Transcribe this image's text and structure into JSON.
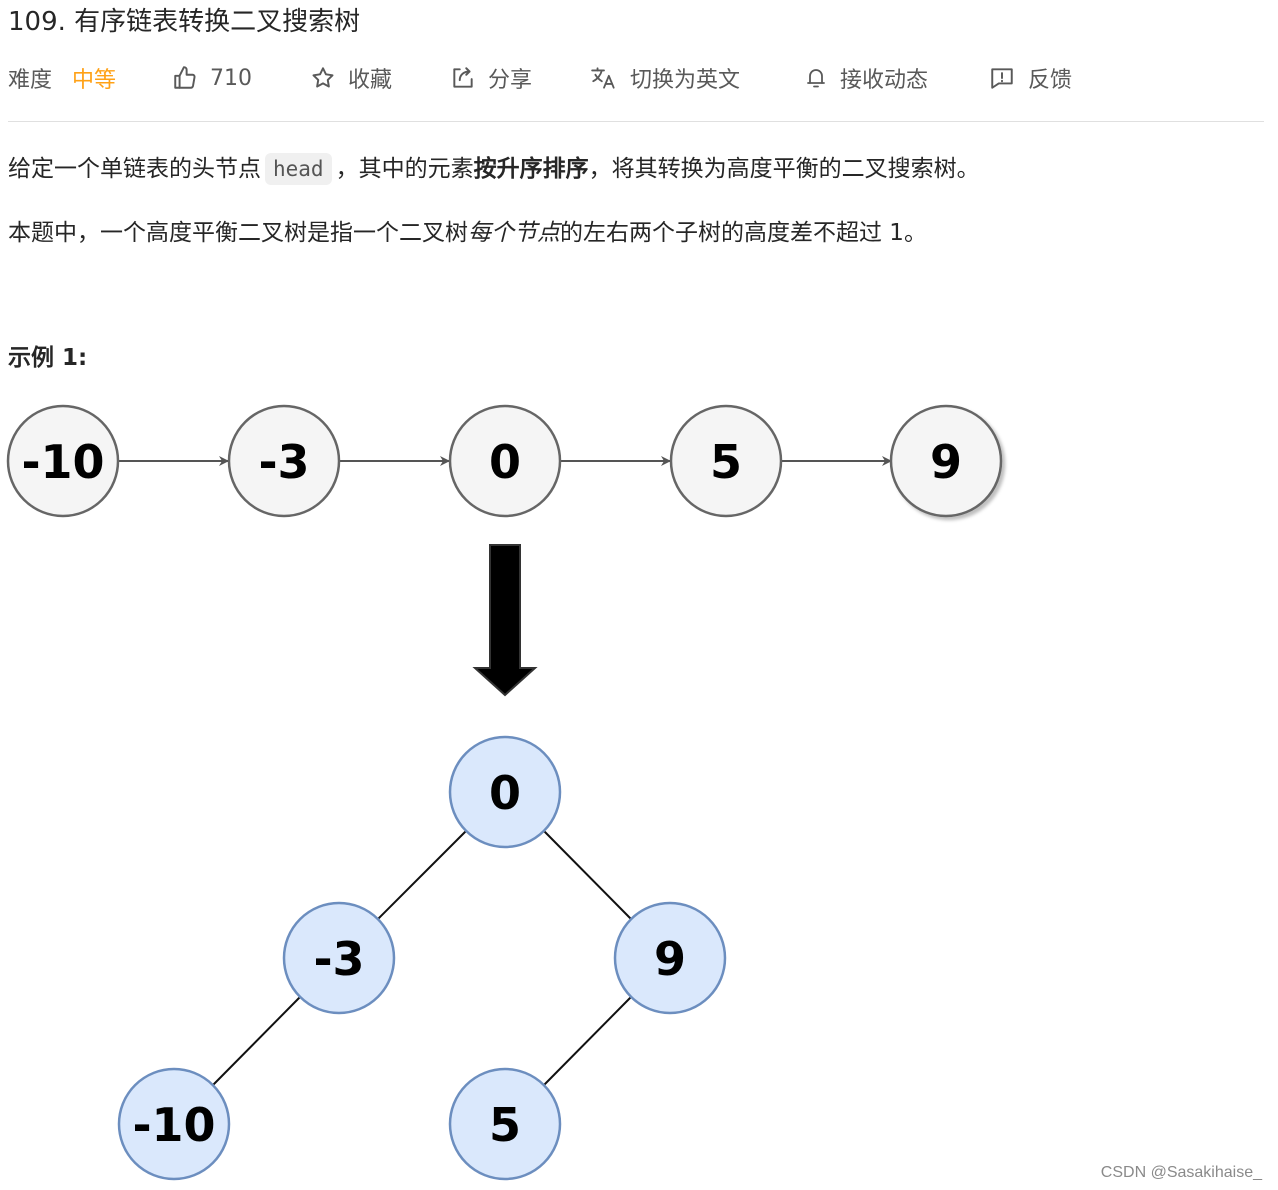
{
  "problem": {
    "title": "109. 有序链表转换二叉搜索树"
  },
  "toolbar": {
    "difficulty_label": "难度",
    "difficulty_value": "中等",
    "likes": "710",
    "favorite": "收藏",
    "share": "分享",
    "switch_language": "切换为英文",
    "subscribe": "接收动态",
    "feedback": "反馈",
    "icons": [
      "thumbs-up-icon",
      "star-icon",
      "share-icon",
      "translate-icon",
      "bell-icon",
      "feedback-icon"
    ]
  },
  "description": {
    "p1_a": "给定一个单链表的头节点",
    "p1_code": "head",
    "p1_b": "，其中的元素",
    "p1_bold": "按升序排序",
    "p1_c": "，将其转换为高度平衡的二叉搜索树。",
    "p2_a": "本题中，一个高度平衡二叉树是指一个二叉树",
    "p2_italic": "每个节点",
    "p2_b": "的左右两个子树的高度差不超过 1。"
  },
  "example": {
    "title": "示例 1:",
    "linked_list": [
      "-10",
      "-3",
      "0",
      "5",
      "9"
    ],
    "tree": {
      "root": "0",
      "left": "-3",
      "right": "9",
      "left_left": "-10",
      "right_left": "5"
    }
  },
  "colors": {
    "accent_medium": "#ffa116",
    "list_node_fill": "#f5f5f5",
    "list_node_stroke": "#666666",
    "tree_node_fill": "#dae8fc",
    "tree_node_stroke": "#6c8ebf"
  },
  "watermark": "CSDN @Sasakihaise_"
}
